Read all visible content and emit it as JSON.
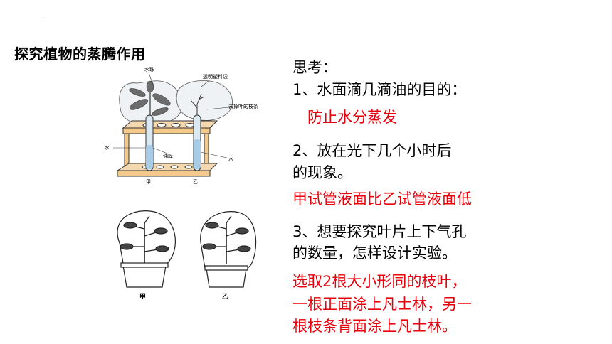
{
  "slide": {
    "dot": ".",
    "title": "探究植物的蒸腾作用"
  },
  "figure_top": {
    "labels": {
      "water_bead": "水珠",
      "bag": "透明塑料袋",
      "leafless_branch": "去掉叶的枝条",
      "water_left": "水",
      "oil_film": "油膜",
      "water_right": "水",
      "jia": "甲",
      "yi": "乙"
    }
  },
  "figure_bottom": {
    "labels": {
      "jia": "甲",
      "yi": "乙"
    }
  },
  "content": {
    "think": "思考：",
    "q1": "1、水面滴几滴油的目的：",
    "a1": "防止水分蒸发",
    "q2_line1": "2、放在光下几个小时后",
    "q2_line2": "的现象。",
    "a2": "甲试管液面比乙试管液面低",
    "q3_line1": "3、想要探究叶片上下气孔",
    "q3_line2": "的数量，怎样设计实验。",
    "a3_line1": "选取2根大小形同的枝叶，",
    "a3_line2": "一根正面涂上凡士林，另一",
    "a3_line3": "根枝条背面涂上凡士林。"
  },
  "colors": {
    "answer": "#e8000b",
    "text": "#000000"
  }
}
